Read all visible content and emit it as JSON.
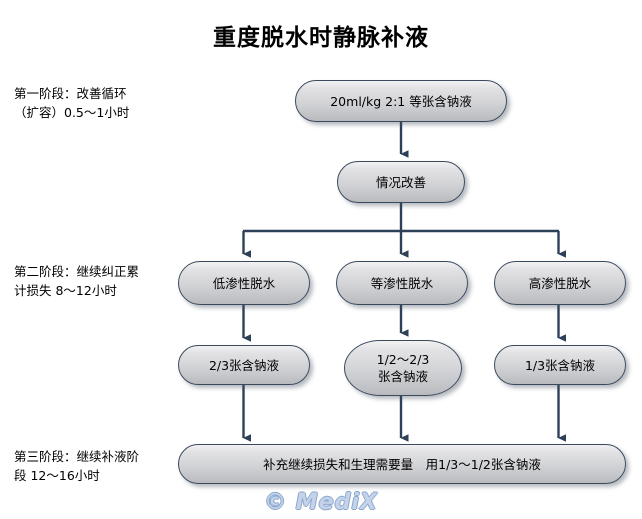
{
  "title": "重度脱水时静脉补液",
  "background_color": "#ffffff",
  "connector_color": "#2c4158",
  "node_border_color": "#3a4a5e",
  "node_fill_top": "#f2f2f3",
  "node_fill_bottom": "#b9babe",
  "stages": [
    {
      "id": "stage-1",
      "label": "第一阶段：改善循环\n（扩容）0.5～1小时"
    },
    {
      "id": "stage-2",
      "label": "第二阶段：继续纠正累\n计损失  8～12小时"
    },
    {
      "id": "stage-3",
      "label": "第三阶段：继续补液阶\n段  12～16小时"
    }
  ],
  "nodes": {
    "bolus": "20ml/kg 2:1 等张含钠液",
    "improved": "情况改善",
    "hypotonic": "低渗性脱水",
    "isotonic": "等渗性脱水",
    "hypertonic": "高渗性脱水",
    "fluid_hypotonic": "2/3张含钠液",
    "fluid_isotonic": "1/2～2/3\n张含钠液",
    "fluid_hypertonic": "1/3张含钠液",
    "maintenance": "补充继续损失和生理需要量　用1/3～1/2张含钠液"
  },
  "watermark": "© MediX"
}
